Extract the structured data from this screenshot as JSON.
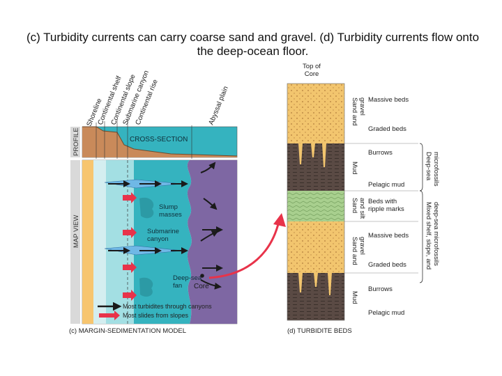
{
  "title": {
    "line1": "(c) Turbidity currents can carry coarse sand and gravel. (d) Turbidity currents flow onto",
    "line2": "the deep-ocean floor."
  },
  "left_panel": {
    "diagonal_labels": [
      "Shoreline",
      "Continental shelf",
      "Continental slope",
      "Submarine canyon",
      "Continental rise",
      "Abyssal plain"
    ],
    "profile_label": "PROFILE",
    "cross_section_label": "CROSS-SECTION",
    "map_view_label": "MAP VIEW",
    "slump_label": "Slump\nmasses",
    "canyon_label": "Submarine\ncanyon",
    "fan_label": "Deep-sea\nfan",
    "core_label": "Core",
    "legend": {
      "black": "Most turbidites through canyons",
      "red": "Most slides from slopes"
    },
    "caption": "(c) MARGIN-SEDIMENTATION MODEL"
  },
  "right_panel": {
    "top_of_core": "Top of\nCore",
    "layer_labels": [
      "Massive beds",
      "Graded beds",
      "Burrows",
      "Pelagic mud",
      "Beds with\nripple marks",
      "Massive beds",
      "Graded beds",
      "Burrows",
      "Pelagic mud"
    ],
    "rotated_labels": [
      "Sand and\ngravel",
      "Mud",
      "Sand\nand silt",
      "Sand and\ngravel",
      "Mud"
    ],
    "bracket_labels": [
      "Deep-sea\nmicrofossils",
      "Mixed shelf, slope, and\ndeep-sea microfossils"
    ],
    "caption": "(d) TURBIDITE BEDS"
  },
  "colors": {
    "ocean": "#35b3bf",
    "land": "#c98a5a",
    "sand": "#f2c56e",
    "mud": "#5a4a44",
    "silt": "#a8cf8e",
    "abyssal": "#7e67a3",
    "arrow_red": "#e8334a"
  }
}
